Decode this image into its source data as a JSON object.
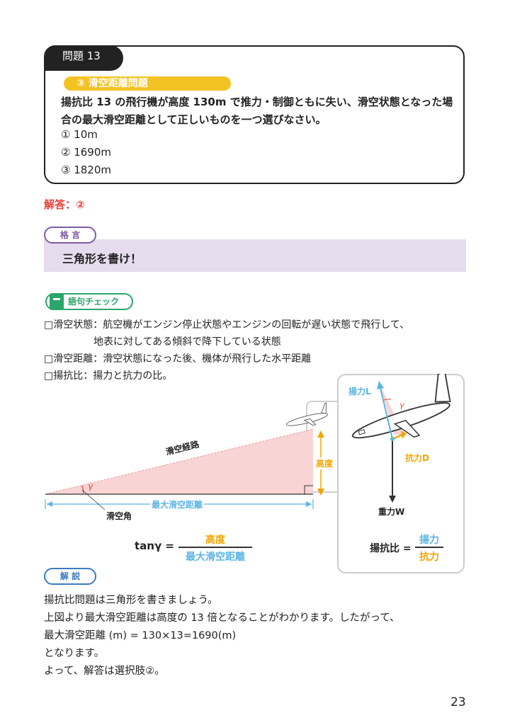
{
  "question": {
    "tag": "問題 13",
    "subtitle": "③ 滑空距離問題",
    "text": "揚抗比 13 の飛行機が高度 130m で推力・制御ともに失い、滑空状態となった場合の最大滑空距離として正しいものを一つ選びなさい。",
    "options": [
      "① 10m",
      "② 1690m",
      "③ 1820m"
    ]
  },
  "answer": "解答：②",
  "maxim": {
    "tag": "格 言",
    "text": "三角形を書け！"
  },
  "terms": {
    "tag": "語句チェック",
    "items": [
      "□滑空状態：航空機がエンジン停止状態やエンジンの回転が遅い状態で飛行して、",
      "　　　　　地表に対してある傾斜で降下している状態",
      "□滑空距離：滑空状態になった後、機体が飛行した水平距離",
      "□揚抗比：揚力と抗力の比。"
    ]
  },
  "diagram": {
    "glide_path": "滑空経路",
    "height": "高度",
    "max_distance": "最大滑空距離",
    "glide_angle": "滑空角",
    "gamma": "γ",
    "formula_lhs": "tanγ =",
    "formula_num": "高度",
    "formula_den": "最大滑空距離",
    "lift": "揚力L",
    "drag": "抗力D",
    "weight": "重力W",
    "ratio_lhs": "揚抗比 =",
    "ratio_num": "揚力",
    "ratio_den": "抗力",
    "colors": {
      "accent_blue": "#5bb5e3",
      "accent_orange": "#f0a500",
      "triangle_fill": "#f8d4d4",
      "gamma_red": "#e8413c"
    }
  },
  "explanation": {
    "tag": "解 説",
    "lines": [
      "揚抗比問題は三角形を書きましょう。",
      "上図より最大滑空距離は高度の 13 倍となることがわかります。したがって、",
      "最大滑空距離 (m) = 130×13=1690(m)",
      "となります。",
      "よって、解答は選択肢②。"
    ]
  },
  "page_number": "23"
}
